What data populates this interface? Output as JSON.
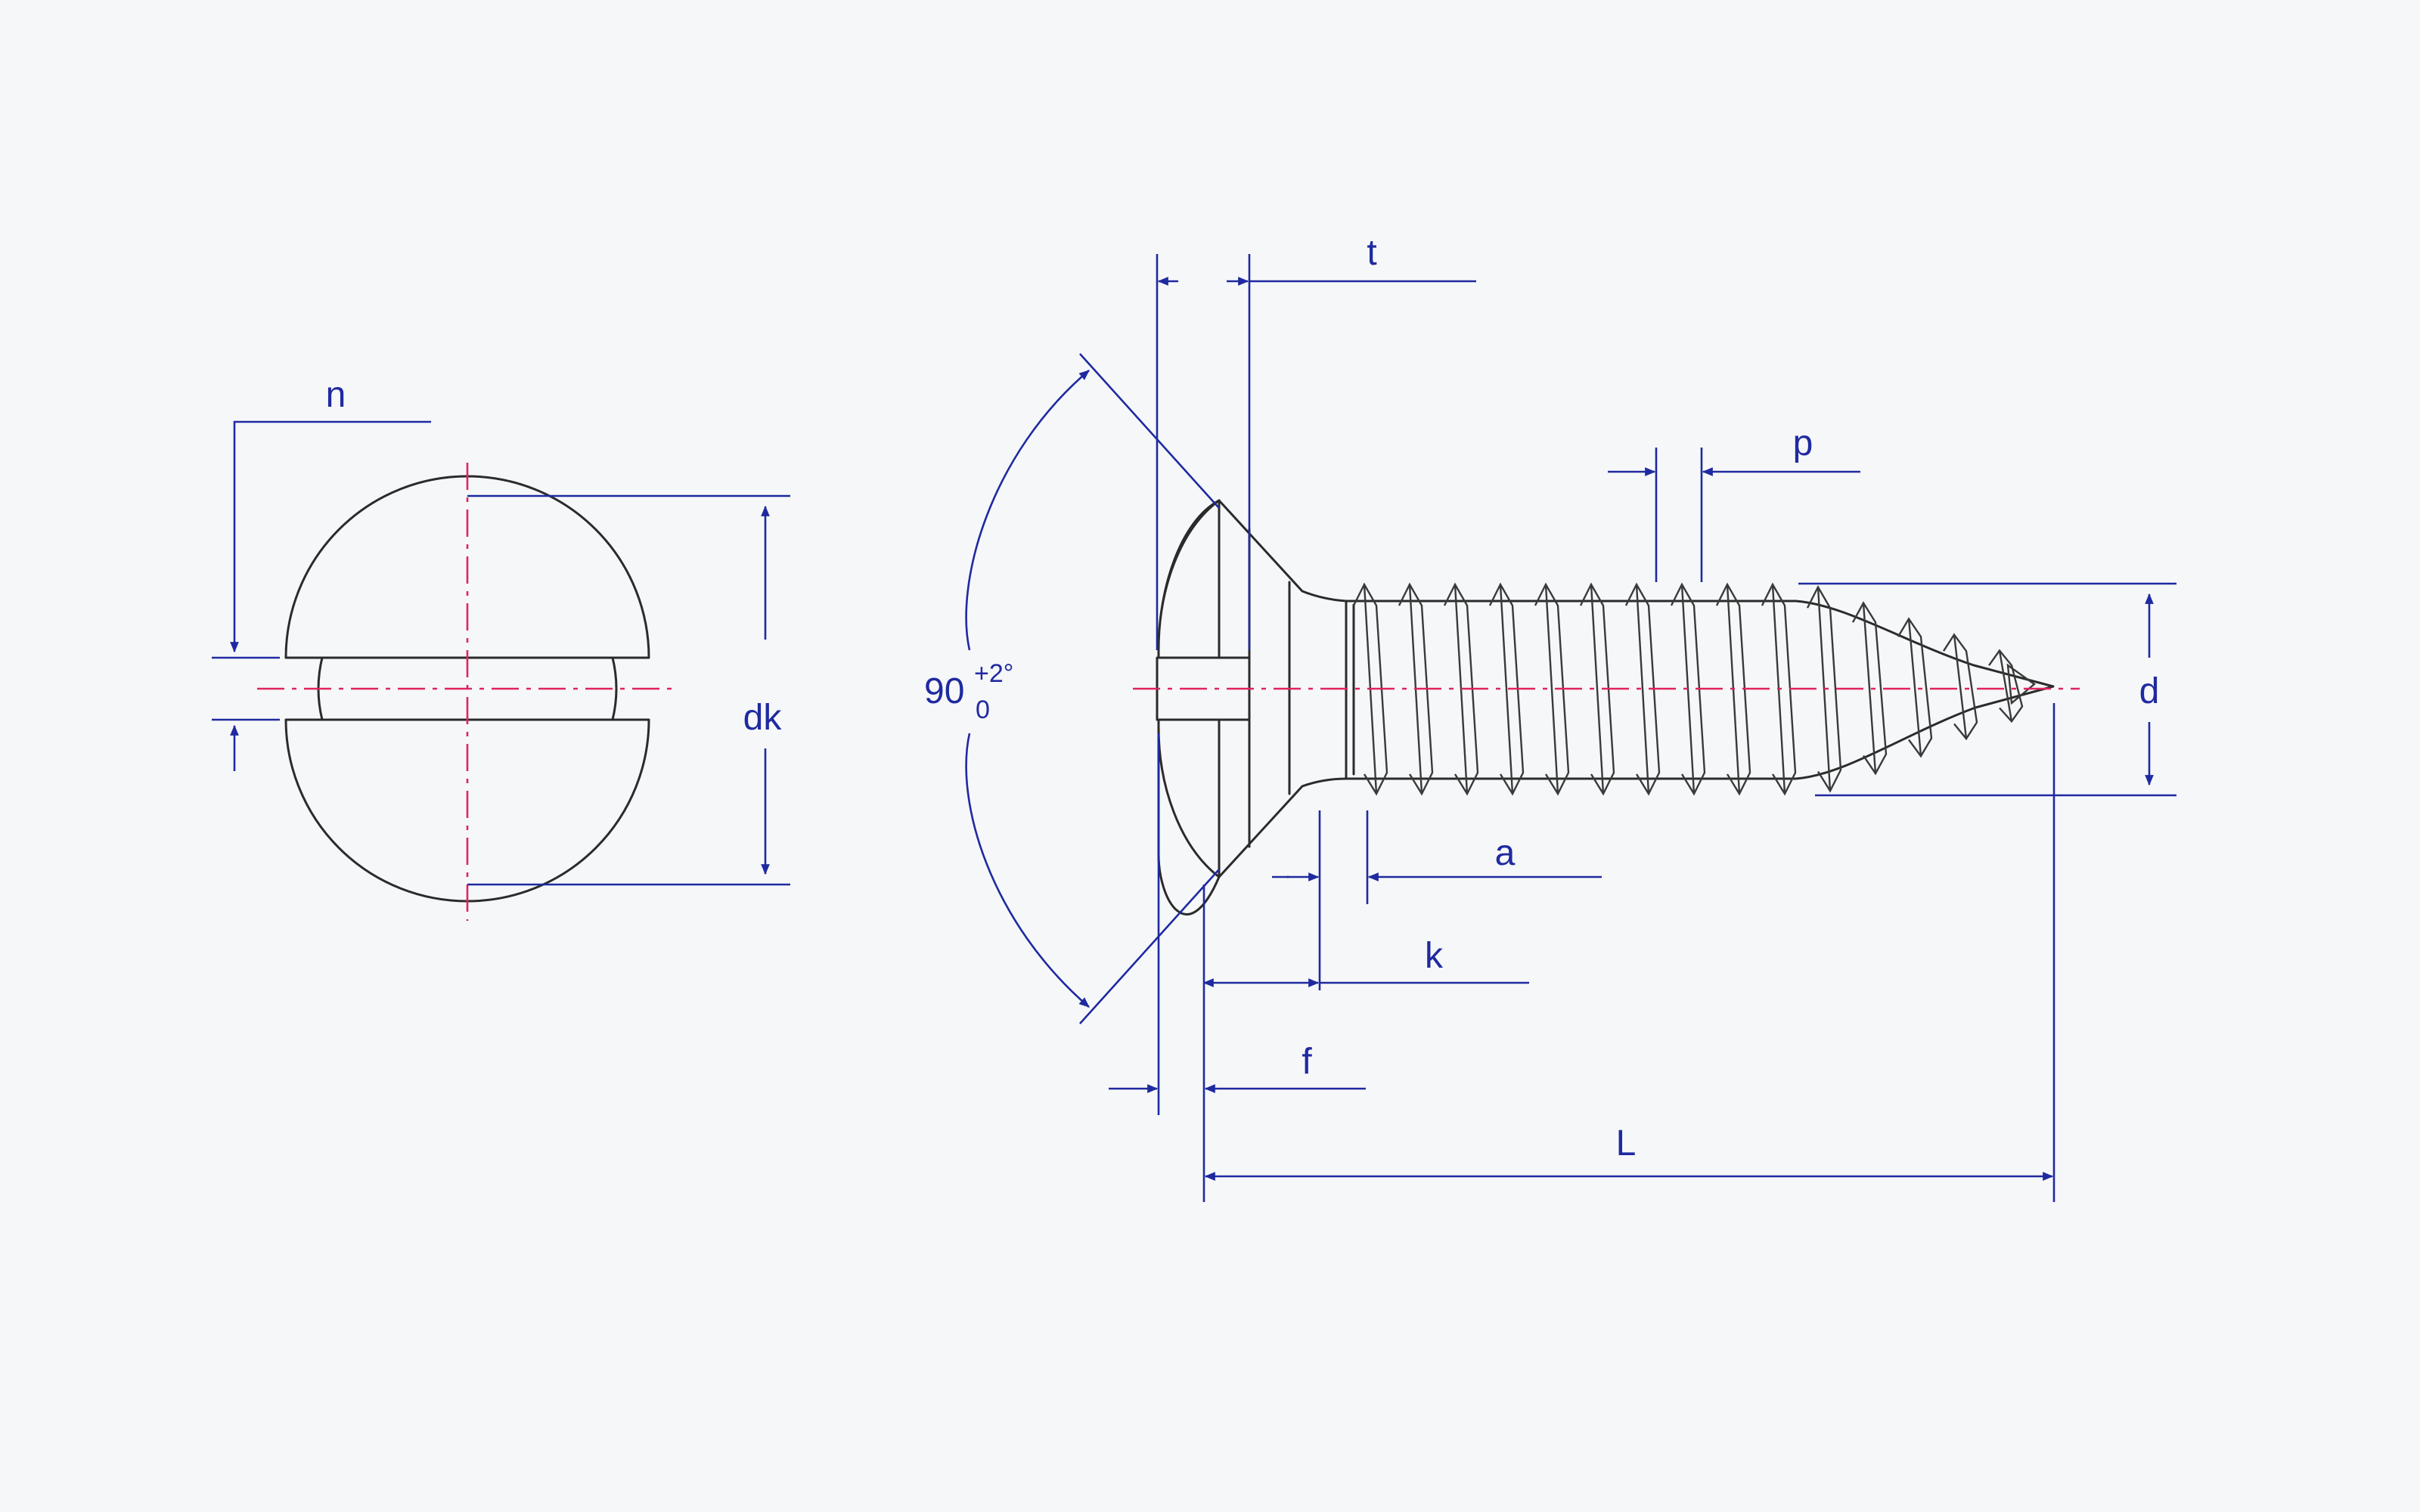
{
  "labels": {
    "n": "n",
    "dk": "dk",
    "t": "t",
    "p": "p",
    "d": "d",
    "a": "a",
    "k": "k",
    "f": "f",
    "L": "L",
    "angle": "90",
    "angle_tol_upper": "+2°",
    "angle_tol_lower": "0"
  },
  "colors": {
    "dimension": "#1f2aa0",
    "centerline": "#e0245e",
    "part": "#2b2b2b"
  }
}
